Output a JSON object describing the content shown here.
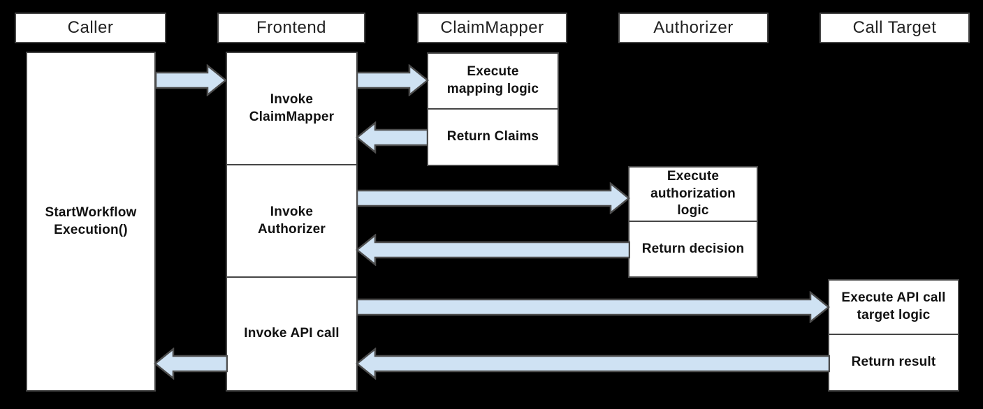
{
  "colors": {
    "background": "#000000",
    "box_fill": "#ffffff",
    "box_border": "#454545",
    "arrow_fill": "#cfe2f3",
    "arrow_outline": "#4d4d4d",
    "text": "#111111"
  },
  "lanes": [
    {
      "label": "Caller"
    },
    {
      "label": "Frontend"
    },
    {
      "label": "ClaimMapper"
    },
    {
      "label": "Authorizer"
    },
    {
      "label": "Call Target"
    }
  ],
  "boxes": {
    "caller_activation": "StartWorkflow\nExecution()",
    "invoke_claimmapper": "Invoke\nClaimMapper",
    "invoke_authorizer": "Invoke\nAuthorizer",
    "invoke_api_call": "Invoke API call",
    "execute_mapping_logic": "Execute\nmapping logic",
    "return_claims": "Return Claims",
    "execute_authorization_logic": "Execute\nauthorization\nlogic",
    "return_decision": "Return decision",
    "execute_api_call_target_logic": "Execute API call\ntarget logic",
    "return_result": "Return result"
  },
  "arrows": [
    {
      "from": "Caller",
      "to": "Frontend",
      "direction": "right"
    },
    {
      "from": "Frontend",
      "to": "ClaimMapper",
      "direction": "right"
    },
    {
      "from": "ClaimMapper",
      "to": "Frontend",
      "direction": "left"
    },
    {
      "from": "Frontend",
      "to": "Authorizer",
      "direction": "right"
    },
    {
      "from": "Authorizer",
      "to": "Frontend",
      "direction": "left"
    },
    {
      "from": "Frontend",
      "to": "Call Target",
      "direction": "right"
    },
    {
      "from": "Call Target",
      "to": "Frontend",
      "direction": "left"
    },
    {
      "from": "Frontend",
      "to": "Caller",
      "direction": "left"
    }
  ]
}
